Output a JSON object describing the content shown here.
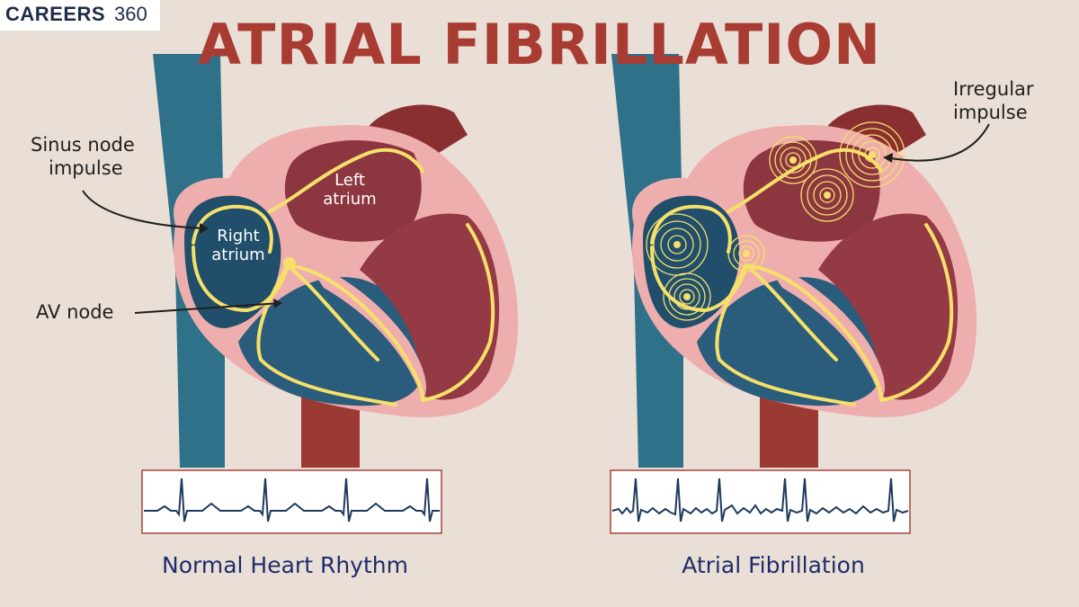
{
  "logo": {
    "word1": "CAREERS",
    "word2": "360"
  },
  "title": "ATRIAL FIBRILLATION",
  "labels": {
    "sinus_line1": "Sinus node",
    "sinus_line2": "impulse",
    "av_node": "AV node",
    "right_atrium_line1": "Right",
    "right_atrium_line2": "atrium",
    "left_atrium_line1": "Left",
    "left_atrium_line2": "atrium",
    "irregular_line1": "Irregular",
    "irregular_line2": "impulse"
  },
  "captions": {
    "normal": "Normal Heart Rhythm",
    "afib": "Atrial Fibrillation"
  },
  "colors": {
    "background": "#eadfd6",
    "title": "#a83c33",
    "caption": "#1f2c6b",
    "vein_blue": "#2f7189",
    "aorta_red": "#9a3a33",
    "heart_pink": "#efaeae",
    "chamber_blue": "#204e6b",
    "chamber_red": "#8c3640",
    "impulse_yellow": "#f6e06a"
  }
}
